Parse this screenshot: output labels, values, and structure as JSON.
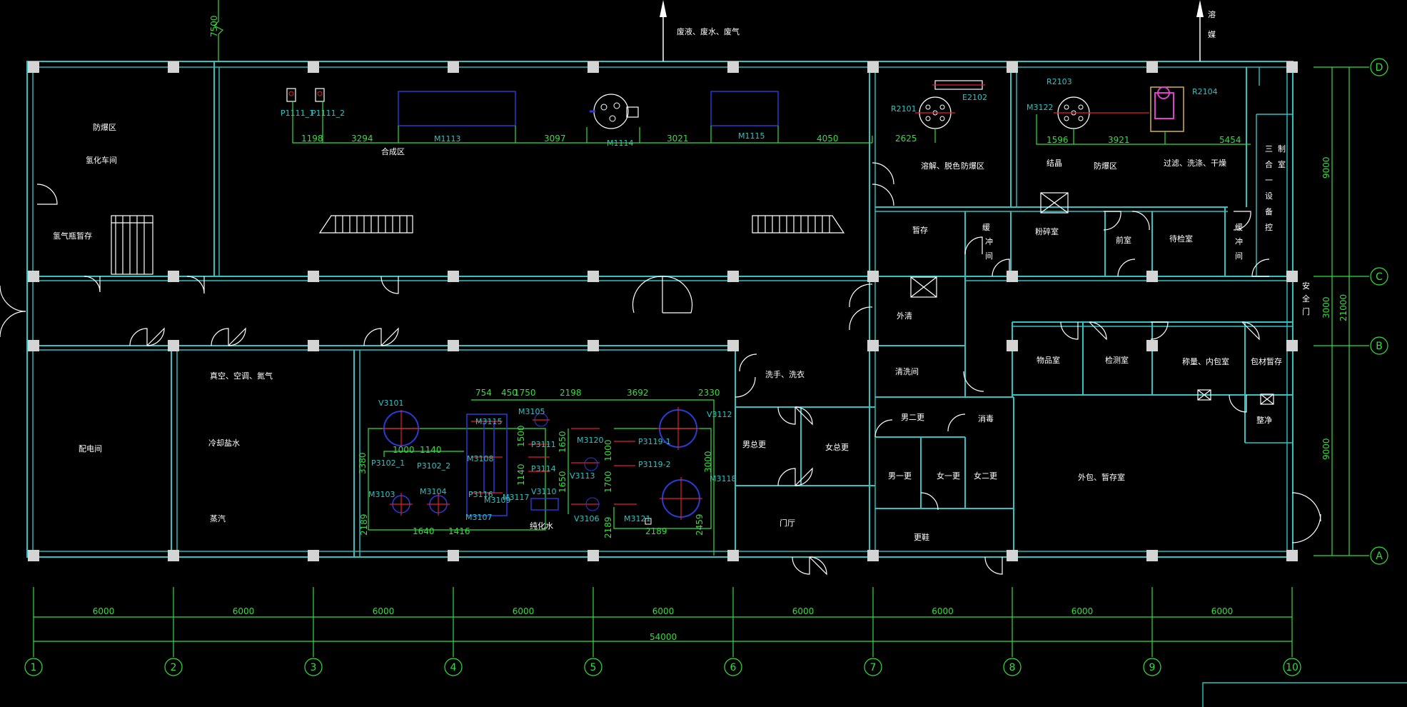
{
  "drawing": {
    "arrow_labels": [
      "废液、废水、废气",
      "溶",
      "媒"
    ],
    "axis_cols": [
      "1",
      "2",
      "3",
      "4",
      "5",
      "6",
      "7",
      "8",
      "9",
      "10"
    ],
    "axis_rows": [
      "D",
      "C",
      "B",
      "A"
    ],
    "bottom_dims": [
      "6000",
      "6000",
      "6000",
      "6000",
      "6000",
      "6000",
      "6000",
      "6000",
      "6000"
    ],
    "bottom_total": "54000",
    "right_dims": [
      "9000",
      "3000",
      "9000"
    ],
    "right_total": "21000",
    "left_top_dim": "7500"
  },
  "rooms": {
    "fangbao": "防爆区",
    "qinghua": "氢化车间",
    "qingqi": "氢气瓶暂存",
    "hecheng": "合成区",
    "rongjie": "溶解、脱色",
    "fangbao2": "防爆区",
    "jiejing": "结晶",
    "fangbao3": "防爆区",
    "guolv": "过滤、洗涤、干燥",
    "sanhe_1": "三",
    "sanhe_2": "合",
    "sanhe_3": "一",
    "sanhe_4": "制",
    "sanhe_5": "设",
    "sanhe_6": "室",
    "sanhe_7": "备",
    "sanhe_8": "控",
    "zancun": "暂存",
    "huanchong1": "缓",
    "huanchong1b": "冲",
    "huanchong1c": "间",
    "fensui": "粉碎室",
    "qianshi": "前室",
    "daijian": "待检室",
    "huanchong2": "缓",
    "huanchong2b": "冲",
    "huanchong2c": "间",
    "anquan1": "安",
    "anquan2": "全",
    "anquan3": "门",
    "waiqing": "外清",
    "qingxi": "清洗间",
    "zhenkong": "真空、空调、氮气",
    "lengque": "冷却盐水",
    "zhengqi": "蒸汽",
    "peidian": "配电间",
    "xishou": "洗手、洗衣",
    "nangeng": "男总更",
    "nvgeng": "女总更",
    "menting": "门厅",
    "nan2": "男二更",
    "nan1": "男一更",
    "nv1": "女一更",
    "nv2": "女二更",
    "xiaodu": "消毒",
    "huanxie": "更鞋",
    "wuping": "物品室",
    "jiance": "检测室",
    "chengliang": "称量、内包室",
    "baocai": "包材暂存",
    "jiejing2": "整净",
    "waibao": "外包、暂存室",
    "chunhua": "纯化水"
  },
  "equipment": {
    "p1111_1": "P1111_1",
    "p1111_2": "P1111_2",
    "m1113": "M1113",
    "m1114": "M1114",
    "m1115": "M1115",
    "r2101": "R2101",
    "e2102": "E2102",
    "r2103": "R2103",
    "m3122": "M3122",
    "r2104": "R2104",
    "v3101": "V3101",
    "p3102_1": "P3102_1",
    "p3102_2": "P3102_2",
    "m3103": "M3103",
    "m3104": "M3104",
    "m3115": "M3115",
    "m3108": "M3108",
    "p3116": "P3116",
    "m3109": "M3109",
    "m3117": "M3117",
    "m3107": "M3107",
    "m3105": "M3105",
    "p3111": "P3111",
    "p3114": "P3114",
    "v3110": "V3110",
    "m3120": "M3120",
    "v3113": "V3113",
    "v3106": "V3106",
    "p3119_1": "P3119-1",
    "p3119_2": "P3119-2",
    "v3112": "V3112",
    "m3118": "M3118",
    "m3121": "M3121"
  },
  "dims": {
    "d1198": "1198",
    "d3294": "3294",
    "d3097": "3097",
    "d3021": "3021",
    "d4050": "4050",
    "d2625": "2625",
    "d1596": "1596",
    "d3921": "3921",
    "d5454": "5454",
    "d754": "754",
    "d450": "450",
    "d1750": "1750",
    "d2198": "2198",
    "d3692": "3692",
    "d2330": "2330",
    "d1000a": "1000",
    "d1140": "1140",
    "d3380": "3380",
    "d2189a": "2189",
    "d1640": "1640",
    "d1416": "1416",
    "d1500": "1500",
    "d1650a": "1650",
    "d1650b": "1650",
    "d1000b": "1000",
    "d1700": "1700",
    "d3000": "3000",
    "d2189b": "2189",
    "d2189c": "2189",
    "d2459": "2459",
    "d1140b": "1140"
  }
}
